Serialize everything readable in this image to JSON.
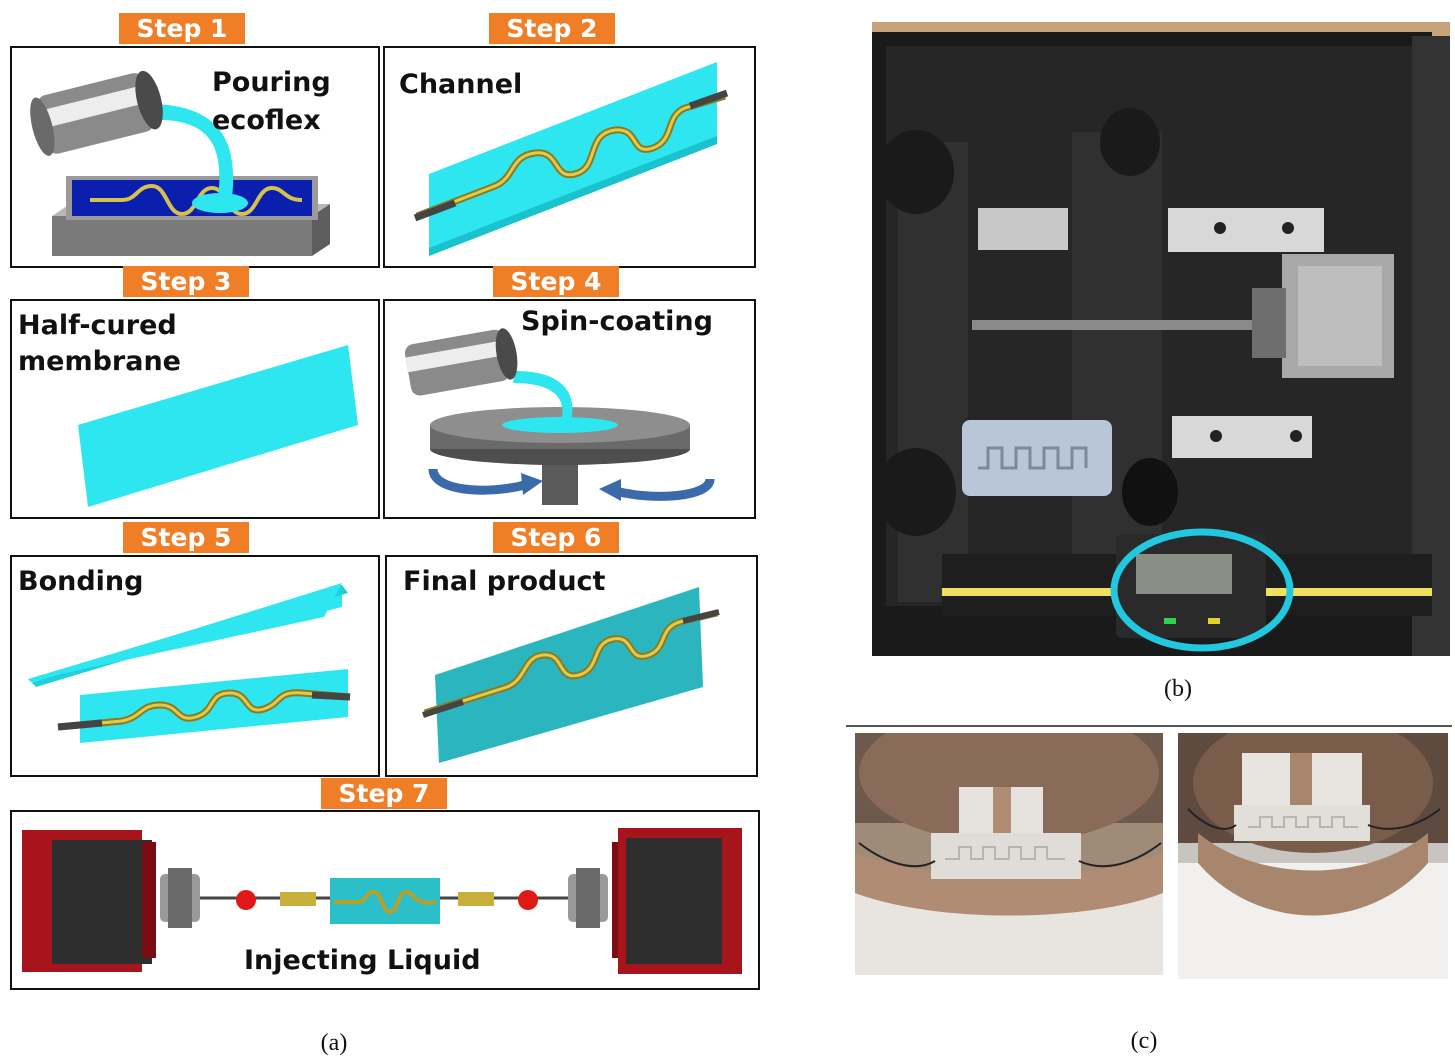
{
  "figure_a": {
    "steps": [
      {
        "tag": "Step 1",
        "text": [
          "Pouring",
          "ecoflex"
        ]
      },
      {
        "tag": "Step 2",
        "text": [
          "Channel"
        ]
      },
      {
        "tag": "Step 3",
        "text": [
          "Half-cured",
          "membrane"
        ]
      },
      {
        "tag": "Step 4",
        "text": [
          "Spin-coating"
        ]
      },
      {
        "tag": "Step 5",
        "text": [
          "Bonding"
        ]
      },
      {
        "tag": "Step 6",
        "text": [
          "Final product"
        ]
      },
      {
        "tag": "Step 7",
        "text": [
          "Injecting Liquid"
        ]
      }
    ],
    "caption": "(a)"
  },
  "figure_b": {
    "caption": "(b)"
  },
  "figure_c": {
    "caption": "(c)"
  },
  "colors": {
    "step_tag": "#f07e26",
    "cyan": "#2ee6f0",
    "teal": "#2bb5bf",
    "wire_gold": "#b8a02a",
    "motor_red": "#a8141c",
    "highlight_ring": "#22c8e0"
  }
}
